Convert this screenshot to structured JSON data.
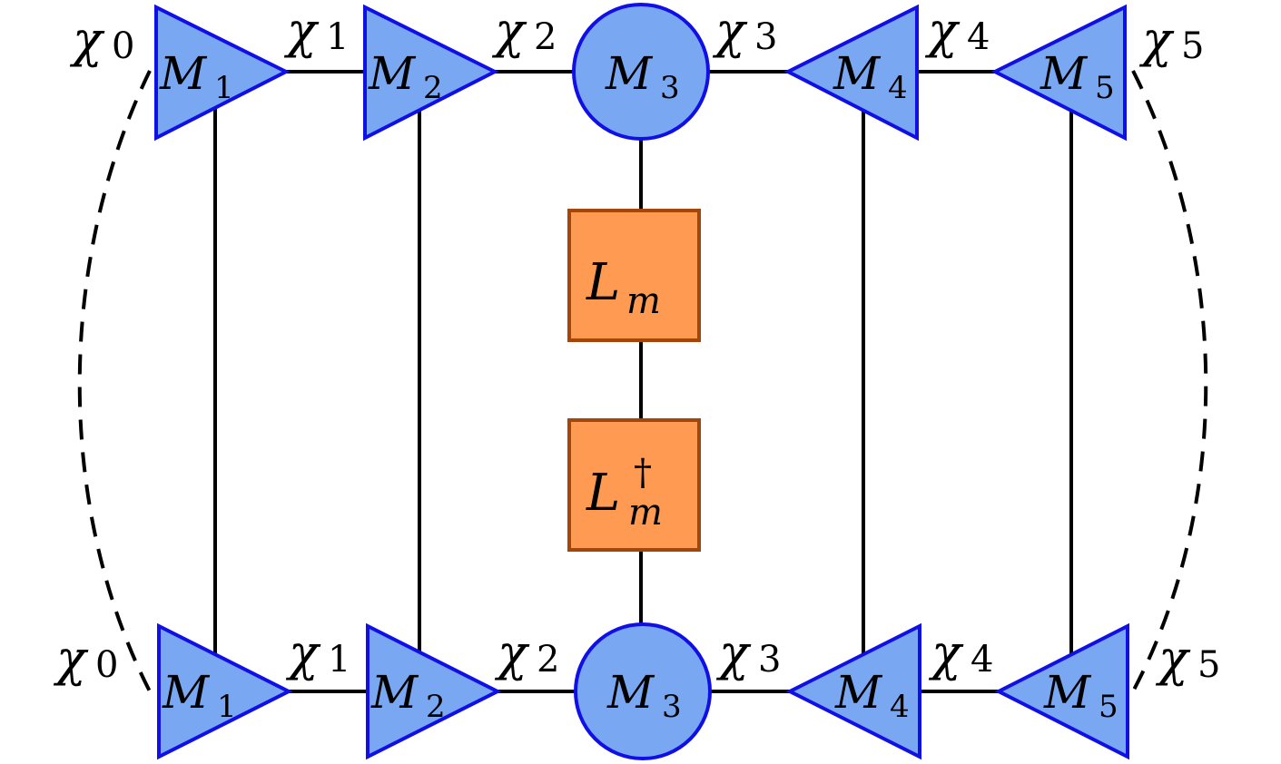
{
  "colors": {
    "tensor_fill": "#7aa7f2",
    "tensor_stroke": "#1010e6",
    "operator_fill": "#ff9a52",
    "operator_stroke": "#a3460a",
    "line": "#000000"
  },
  "top_row": {
    "m1": {
      "base": "M",
      "sub": "1"
    },
    "m2": {
      "base": "M",
      "sub": "2"
    },
    "m3": {
      "base": "M",
      "sub": "3"
    },
    "m4": {
      "base": "M",
      "sub": "4"
    },
    "m5": {
      "base": "M",
      "sub": "5"
    },
    "bonds": [
      {
        "base": "χ",
        "idx": "0"
      },
      {
        "base": "χ",
        "idx": "1"
      },
      {
        "base": "χ",
        "idx": "2"
      },
      {
        "base": "χ",
        "idx": "3"
      },
      {
        "base": "χ",
        "idx": "4"
      },
      {
        "base": "χ",
        "idx": "5"
      }
    ]
  },
  "bottom_row": {
    "m1": {
      "base": "M",
      "sub": "1"
    },
    "m2": {
      "base": "M",
      "sub": "2"
    },
    "m3": {
      "base": "M",
      "sub": "3"
    },
    "m4": {
      "base": "M",
      "sub": "4"
    },
    "m5": {
      "base": "M",
      "sub": "5"
    },
    "bonds": [
      {
        "base": "χ",
        "idx": "0"
      },
      {
        "base": "χ",
        "idx": "1"
      },
      {
        "base": "χ",
        "idx": "2"
      },
      {
        "base": "χ",
        "idx": "3"
      },
      {
        "base": "χ",
        "idx": "4"
      },
      {
        "base": "χ",
        "idx": "5"
      }
    ]
  },
  "operators": {
    "l": {
      "base": "L",
      "sub": "m"
    },
    "l_dagger": {
      "base": "L",
      "sub": "m",
      "sup": "†"
    }
  }
}
